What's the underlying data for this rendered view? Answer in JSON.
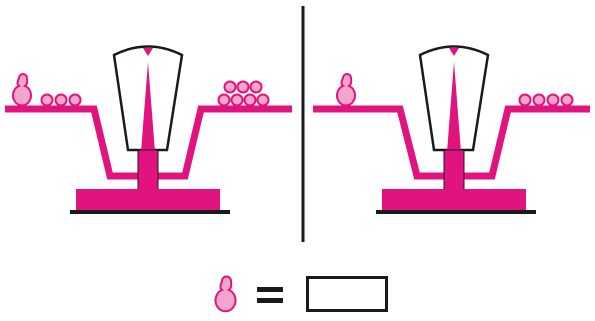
{
  "colors": {
    "magenta": "#e0137f",
    "weight_fill": "#f3a6cc",
    "weight_stroke": "#e0137f",
    "ink": "#1a1a1a",
    "dial_fill": "#ffffff"
  },
  "icons": {
    "large_weight": "pear-shaped-weight-icon",
    "small_weight": "round-weight-icon",
    "equals": "equals-sign-icon"
  },
  "scales": [
    {
      "name": "left-balance",
      "left_pan": {
        "large_weights": 1,
        "small_weights": 3
      },
      "right_pan": {
        "small_weights": 7,
        "arrangement": "pyramid-4-over-3"
      }
    },
    {
      "name": "right-balance",
      "left_pan": {
        "large_weights": 1,
        "small_weights": 0
      },
      "right_pan": {
        "small_weights": 4,
        "arrangement": "row"
      }
    }
  ],
  "question": {
    "lhs_icon": "pear-shaped-weight-icon",
    "operator": "=",
    "answer_value": ""
  }
}
